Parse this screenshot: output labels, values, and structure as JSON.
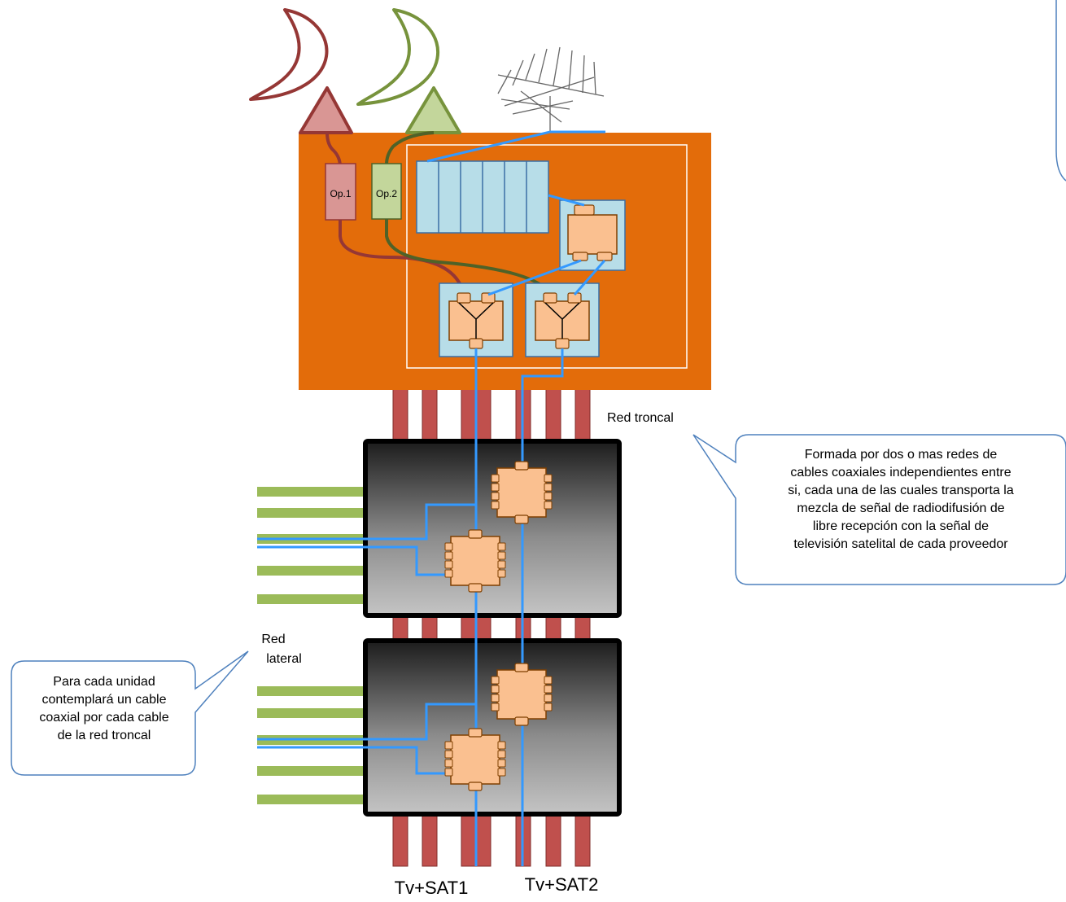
{
  "labels": {
    "op1": "Op.1",
    "op2": "Op.2",
    "red_troncal": "Red troncal",
    "red_lateral_line1": "Red",
    "red_lateral_line2": "lateral",
    "out1": "Tv+SAT1",
    "out2": "Tv+SAT2"
  },
  "callout_right": {
    "lines": [
      "Formada por dos o mas redes de",
      "cables coaxiales independientes entre",
      "si, cada una de las cuales transporta la",
      "mezcla de señal de radiodifusión de",
      "libre recepción con la señal de",
      "televisión satelital de cada proveedor"
    ]
  },
  "callout_left": {
    "lines": [
      "Para cada unidad",
      "contemplará un cable",
      "coaxial por cada cable",
      "de la red troncal"
    ]
  },
  "colors": {
    "head_end": "#e36c0a",
    "dish_op1": "#953735",
    "dish_op1_fill": "#d99694",
    "dish_op2": "#77933c",
    "dish_op2_fill": "#c3d69b",
    "coax": "#3399ff",
    "riser": "#c0504d",
    "lateral": "#9bbb59",
    "component": "#fac090",
    "panel": "#b7dde8"
  }
}
